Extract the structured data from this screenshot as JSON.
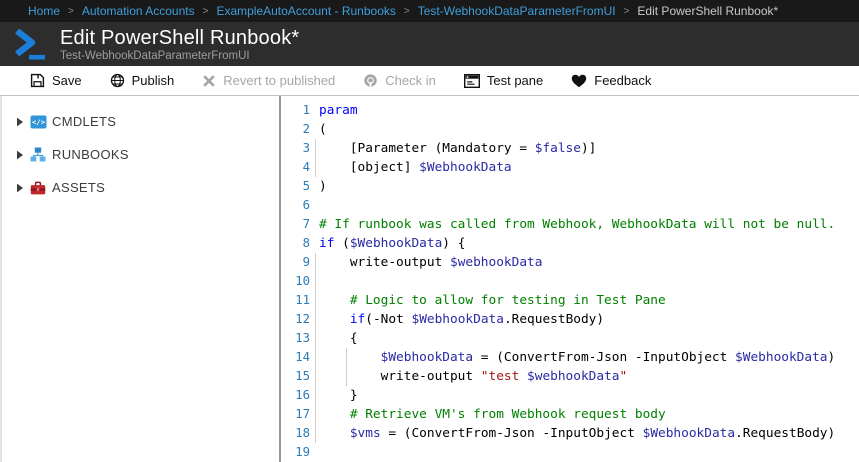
{
  "breadcrumb": {
    "separator": ">",
    "items": [
      "Home",
      "Automation Accounts",
      "ExampleAutoAccount - Runbooks",
      "Test-WebhookDataParameterFromUI"
    ],
    "current": "Edit PowerShell Runbook*"
  },
  "header": {
    "title": "Edit PowerShell Runbook*",
    "subtitle": "Test-WebhookDataParameterFromUI",
    "app_icon": "powershell-icon"
  },
  "toolbar": {
    "buttons": [
      {
        "id": "save",
        "label": "Save",
        "icon": "save-icon",
        "enabled": true
      },
      {
        "id": "publish",
        "label": "Publish",
        "icon": "publish-icon",
        "enabled": true
      },
      {
        "id": "revert-to-published",
        "label": "Revert to published",
        "icon": "revert-icon",
        "enabled": false
      },
      {
        "id": "check-in",
        "label": "Check in",
        "icon": "checkin-icon",
        "enabled": false
      },
      {
        "id": "test-pane",
        "label": "Test pane",
        "icon": "test-pane-icon",
        "enabled": true
      },
      {
        "id": "feedback",
        "label": "Feedback",
        "icon": "feedback-icon",
        "enabled": true
      }
    ]
  },
  "sidebar": {
    "items": [
      {
        "label": "CMDLETS",
        "icon": "cmdlets-icon"
      },
      {
        "label": "RUNBOOKS",
        "icon": "runbooks-icon"
      },
      {
        "label": "ASSETS",
        "icon": "assets-icon"
      }
    ]
  },
  "editor": {
    "language": "powershell",
    "lines": [
      {
        "n": 1,
        "guides": [],
        "tokens": [
          [
            "kw",
            "param"
          ]
        ]
      },
      {
        "n": 2,
        "guides": [],
        "tokens": [
          [
            "pl",
            "("
          ]
        ]
      },
      {
        "n": 3,
        "guides": [
          0
        ],
        "tokens": [
          [
            "pl",
            "    [Parameter (Mandatory = "
          ],
          [
            "var",
            "$false"
          ],
          [
            "pl",
            ")]"
          ]
        ]
      },
      {
        "n": 4,
        "guides": [
          0
        ],
        "tokens": [
          [
            "pl",
            "    [object] "
          ],
          [
            "var",
            "$WebhookData"
          ]
        ]
      },
      {
        "n": 5,
        "guides": [],
        "tokens": [
          [
            "pl",
            ")"
          ]
        ]
      },
      {
        "n": 6,
        "guides": [],
        "tokens": []
      },
      {
        "n": 7,
        "guides": [],
        "tokens": [
          [
            "cm",
            "# If runbook was called from Webhook, WebhookData will not be null."
          ]
        ]
      },
      {
        "n": 8,
        "guides": [],
        "tokens": [
          [
            "kw",
            "if"
          ],
          [
            "pl",
            " ("
          ],
          [
            "var",
            "$WebhookData"
          ],
          [
            "pl",
            ") {"
          ]
        ]
      },
      {
        "n": 9,
        "guides": [
          0
        ],
        "tokens": [
          [
            "pl",
            "    write-output "
          ],
          [
            "var",
            "$webhookData"
          ]
        ]
      },
      {
        "n": 10,
        "guides": [
          0
        ],
        "tokens": []
      },
      {
        "n": 11,
        "guides": [
          0
        ],
        "tokens": [
          [
            "cm",
            "    # Logic to allow for testing in Test Pane"
          ]
        ]
      },
      {
        "n": 12,
        "guides": [
          0
        ],
        "tokens": [
          [
            "pl",
            "    "
          ],
          [
            "kw",
            "if"
          ],
          [
            "pl",
            "(-Not "
          ],
          [
            "var",
            "$WebhookData"
          ],
          [
            "pl",
            ".RequestBody)"
          ]
        ]
      },
      {
        "n": 13,
        "guides": [
          0
        ],
        "tokens": [
          [
            "pl",
            "    {"
          ]
        ]
      },
      {
        "n": 14,
        "guides": [
          0,
          4
        ],
        "tokens": [
          [
            "pl",
            "        "
          ],
          [
            "var",
            "$WebhookData"
          ],
          [
            "pl",
            " = (ConvertFrom-Json -InputObject "
          ],
          [
            "var",
            "$WebhookData"
          ],
          [
            "pl",
            ")"
          ]
        ]
      },
      {
        "n": 15,
        "guides": [
          0,
          4
        ],
        "tokens": [
          [
            "pl",
            "        write-output "
          ],
          [
            "str",
            "\"test "
          ],
          [
            "var",
            "$webhookData"
          ],
          [
            "str",
            "\""
          ]
        ]
      },
      {
        "n": 16,
        "guides": [
          0
        ],
        "tokens": [
          [
            "pl",
            "    }"
          ]
        ]
      },
      {
        "n": 17,
        "guides": [
          0
        ],
        "tokens": [
          [
            "cm",
            "    # Retrieve VM's from Webhook request body"
          ]
        ]
      },
      {
        "n": 18,
        "guides": [
          0
        ],
        "tokens": [
          [
            "pl",
            "    "
          ],
          [
            "var",
            "$vms"
          ],
          [
            "pl",
            " = (ConvertFrom-Json -InputObject "
          ],
          [
            "var",
            "$WebhookData"
          ],
          [
            "pl",
            ".RequestBody)"
          ]
        ]
      },
      {
        "n": 19,
        "guides": [],
        "tokens": []
      }
    ]
  },
  "colors": {
    "breadcrumb_bg": "#191919",
    "breadcrumb_link": "#3f9fdc",
    "breadcrumb_current": "#c9c9c9",
    "header_bg": "#2d2d2d",
    "powershell_blue": "#1b7fd9",
    "toolbar_text": "#111111",
    "toolbar_disabled": "#a6a6a6",
    "sidebar_icon_blue": "#3094d8",
    "sidebar_icon_red": "#c0272d",
    "syntax": {
      "kw": "#0000ff",
      "var": "#2a2aa5",
      "str": "#a31515",
      "cm": "#008000",
      "pl": "#000000",
      "linenum": "#2b7cb9"
    }
  }
}
